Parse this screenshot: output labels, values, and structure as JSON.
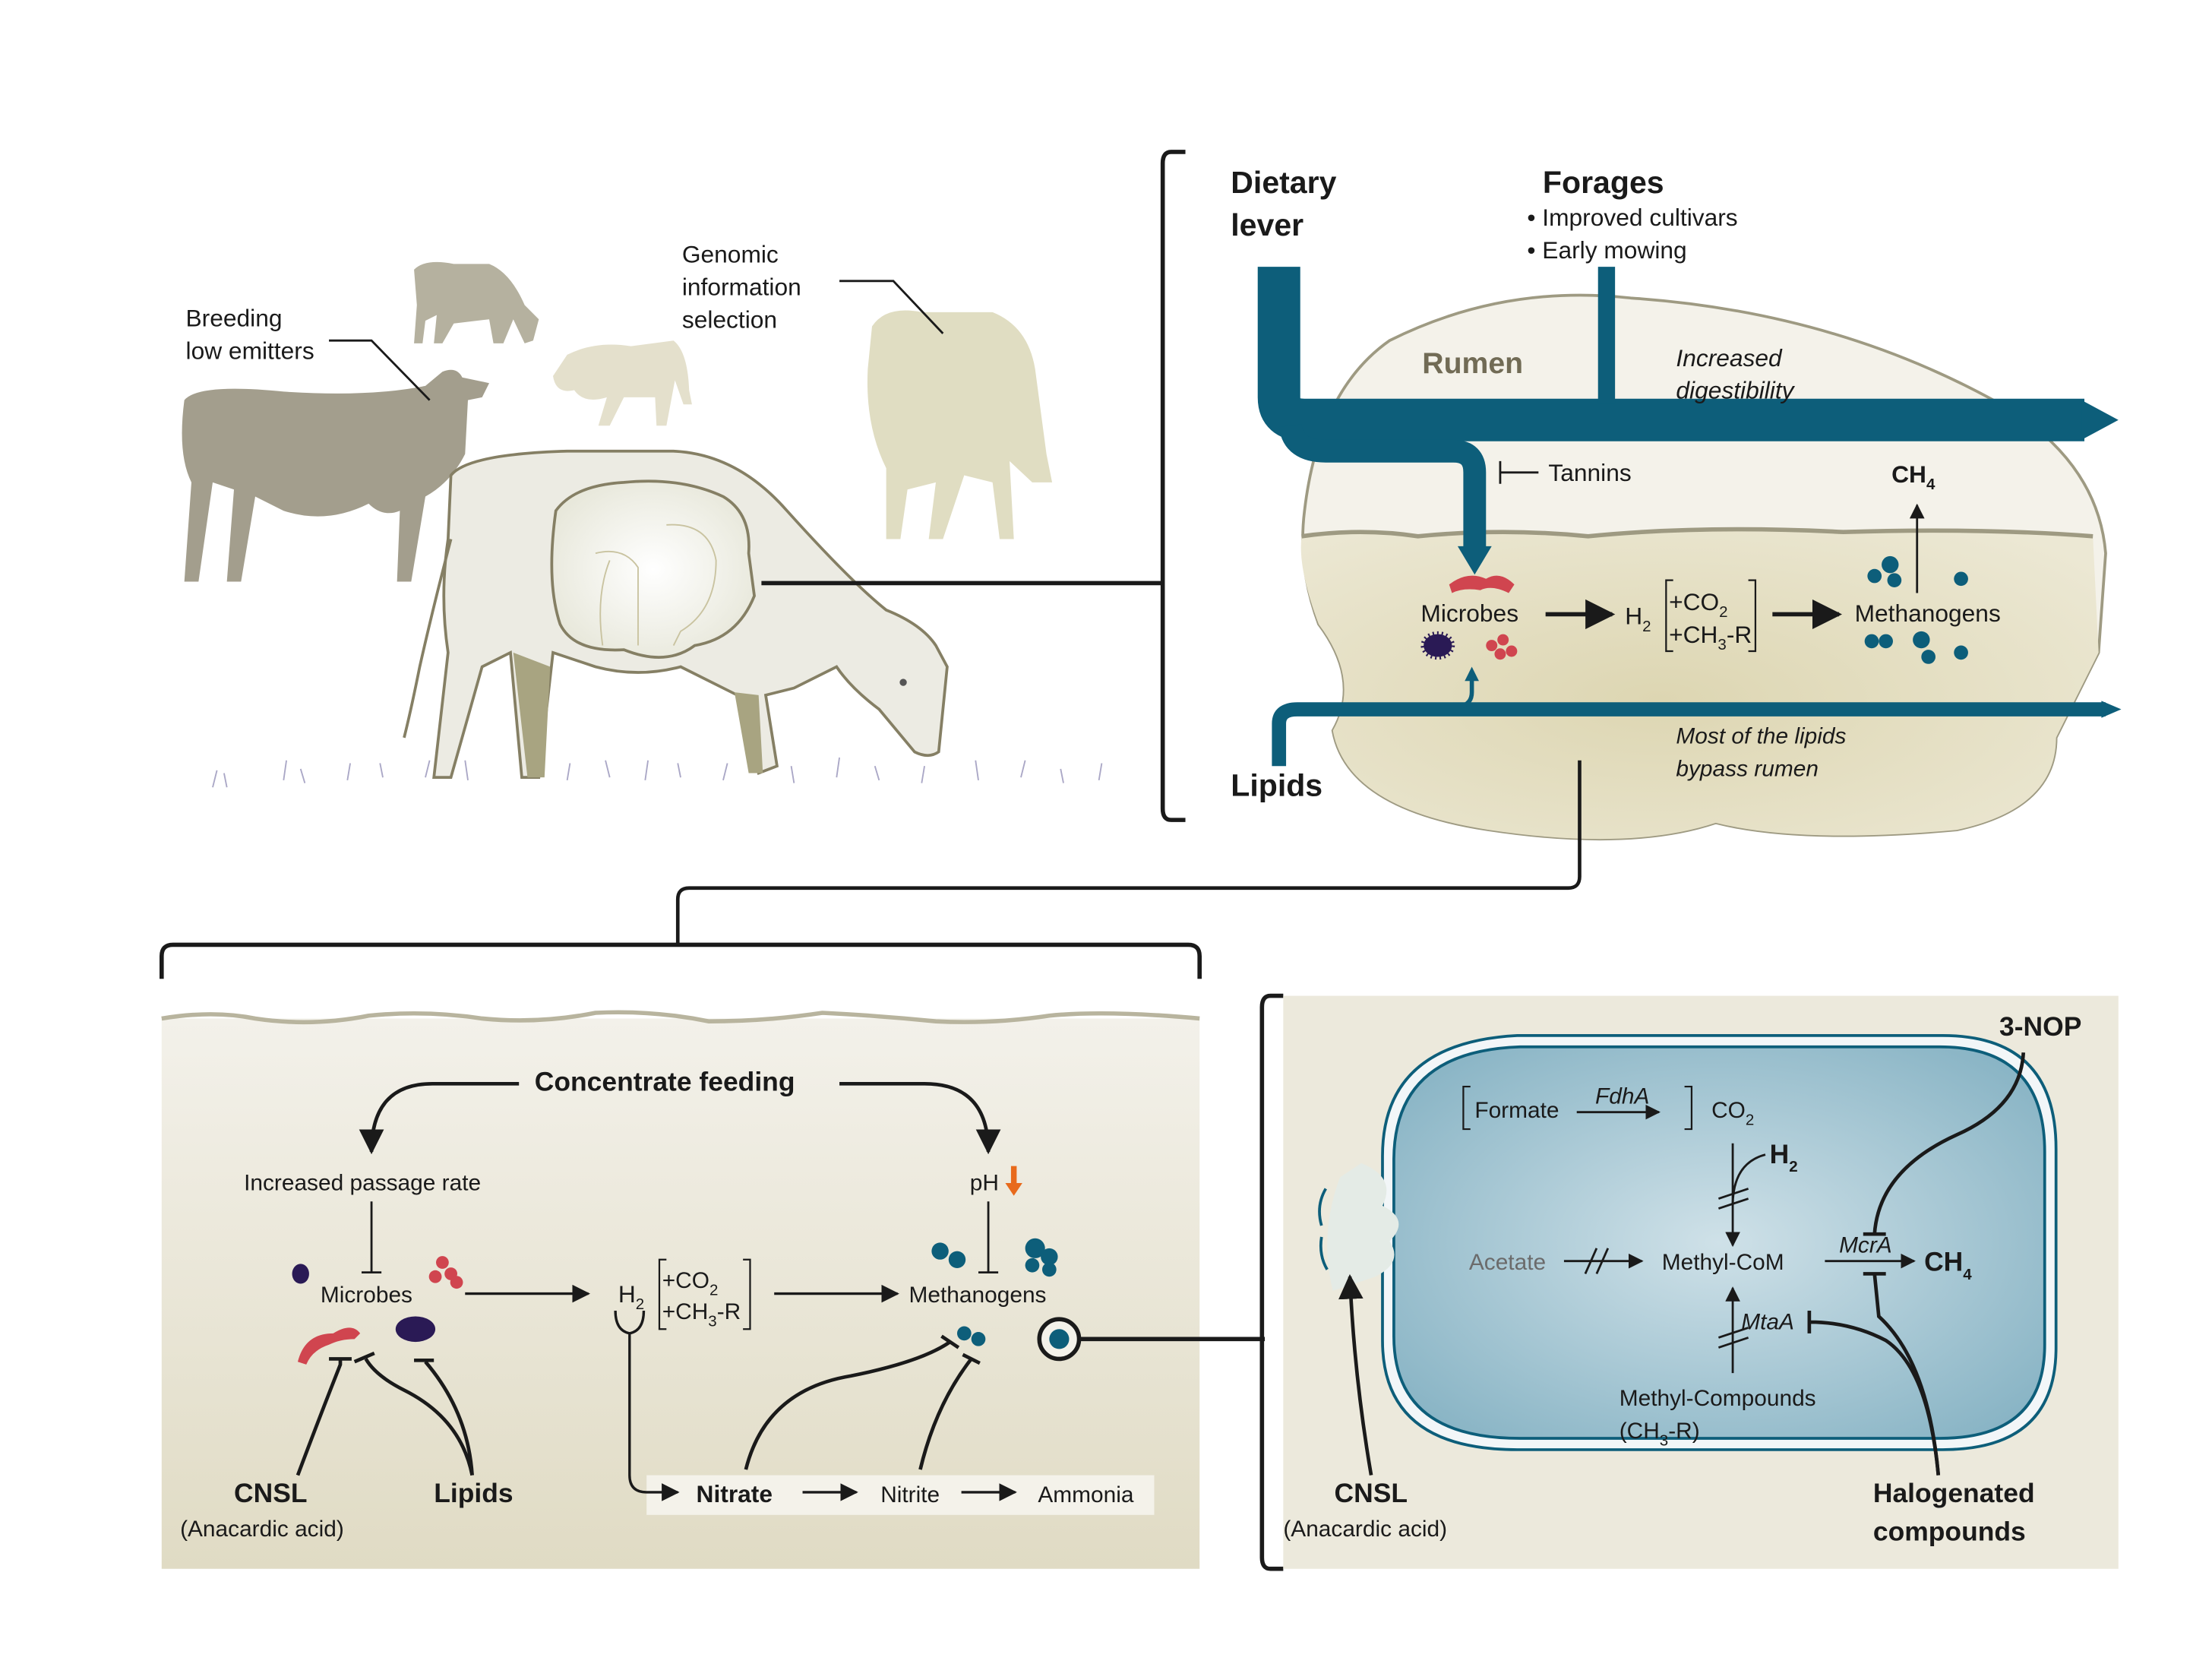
{
  "colors": {
    "teal": "#0d5e7a",
    "microbe_red": "#d0454f",
    "microbe_purple": "#2a1a55",
    "rumen_fill": "#e6e1c6",
    "orange_arrow": "#e86a1c",
    "cell_blue": "#a9cad6"
  },
  "top_left": {
    "labels": {
      "breeding_1": "Breeding",
      "breeding_2": "low emitters",
      "genomic_1": "Genomic",
      "genomic_2": "information",
      "genomic_3": "selection"
    }
  },
  "top_right": {
    "dietary_1": "Dietary",
    "dietary_2": "lever",
    "forages": "Forages",
    "forage_items": [
      "• Improved cultivars",
      "• Early mowing"
    ],
    "rumen": "Rumen",
    "digest_1": "Increased",
    "digest_2": "digestibility",
    "tannins": "Tannins",
    "ch4": "CH",
    "ch4_sub": "4",
    "microbes": "Microbes",
    "h2": "H",
    "h2_sub": "2",
    "co2": "+CO",
    "co2_sub": "2",
    "ch3r_a": "+CH",
    "ch3r_sub": "3",
    "ch3r_b": "-R",
    "methanogens": "Methanogens",
    "lipids": "Lipids",
    "bypass_1": "Most of the lipids",
    "bypass_2": "bypass rumen"
  },
  "bottom_left": {
    "concentrate": "Concentrate feeding",
    "passage": "Increased passage rate",
    "ph": "pH",
    "microbes": "Microbes",
    "h2": "H",
    "h2_sub": "2",
    "co2": "+CO",
    "co2_sub": "2",
    "ch3r_a": "+CH",
    "ch3r_sub": "3",
    "ch3r_b": "-R",
    "methanogens": "Methanogens",
    "cnsl": "CNSL",
    "cnsl_sub": "(Anacardic acid)",
    "lipids": "Lipids",
    "nitrate": "Nitrate",
    "nitrite": "Nitrite",
    "ammonia": "Ammonia"
  },
  "bottom_right": {
    "nop": "3-NOP",
    "formate": "Formate",
    "fdha": "FdhA",
    "co2": "CO",
    "co2_sub": "2",
    "h2": "H",
    "h2_sub": "2",
    "acetate": "Acetate",
    "methylcom": "Methyl-CoM",
    "mcra": "McrA",
    "ch4": "CH",
    "ch4_sub": "4",
    "mtaa": "MtaA",
    "methyl_compounds": "Methyl-Compounds",
    "ch3r_a": "(CH",
    "ch3r_sub": "3",
    "ch3r_b": "-R)",
    "cnsl": "CNSL",
    "cnsl_sub": "(Anacardic acid)",
    "halo_1": "Halogenated",
    "halo_2": "compounds"
  }
}
